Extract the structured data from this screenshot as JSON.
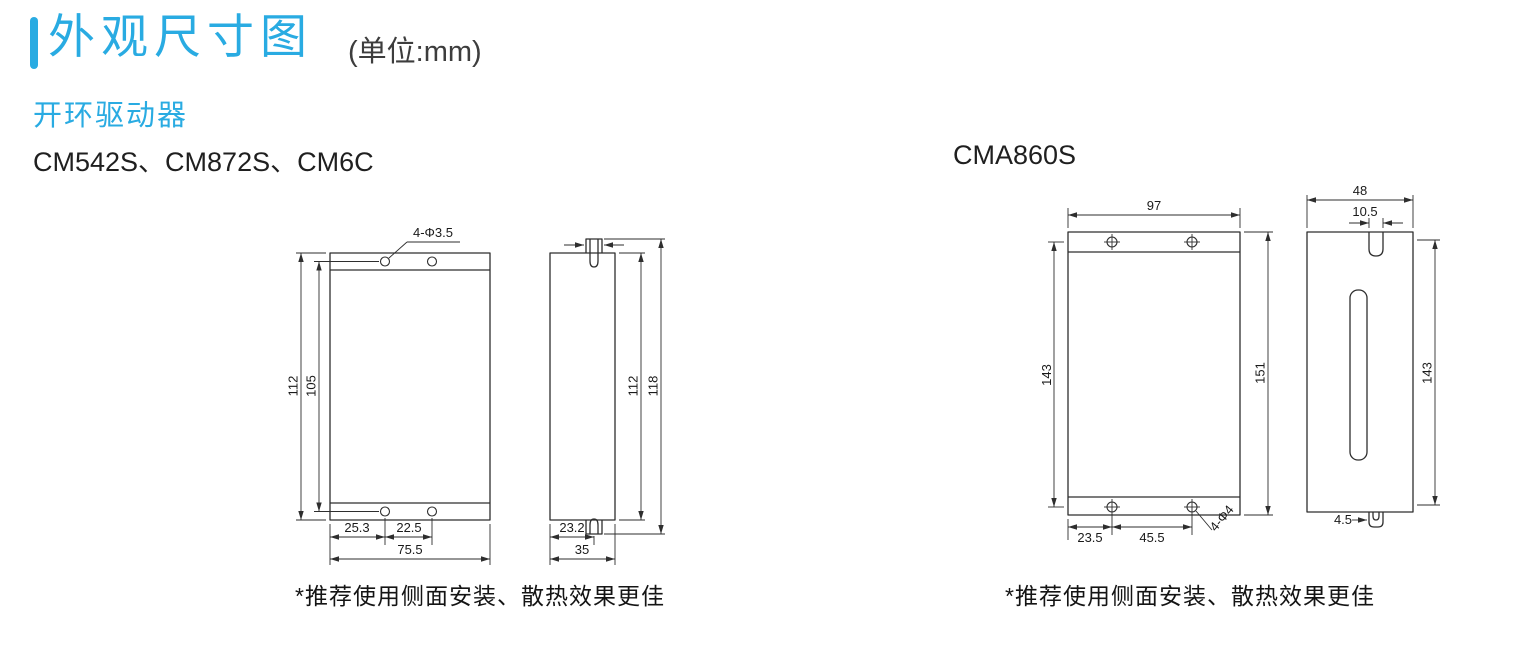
{
  "page": {
    "bg": "#ffffff",
    "accent": "#29abe2",
    "line_color": "#2e2e2e"
  },
  "header": {
    "title": "外观尺寸图",
    "unit": "(单位:mm)",
    "subtitle": "开环驱动器"
  },
  "groups": {
    "left": {
      "model": "CM542S、CM872S、CM6C",
      "note": "*推荐使用侧面安装、散热效果更佳",
      "front": {
        "hole_callout": "4-Φ3.5",
        "dim_height_outer": "112",
        "dim_height_holes": "105",
        "dim_width_left": "25.3",
        "dim_width_mid": "22.5",
        "dim_width_total": "75.5"
      },
      "side": {
        "dim_height_body": "112",
        "dim_height_total": "118",
        "dim_slot_offset": "23.2",
        "dim_depth_total": "35"
      }
    },
    "right": {
      "model": "CMA860S",
      "note": "*推荐使用侧面安装、散热效果更佳",
      "front": {
        "dim_width_top": "97",
        "dim_height_holes": "143",
        "dim_height_total": "151",
        "dim_width_left": "23.5",
        "dim_width_mid": "45.5",
        "hole_callout": "4-Φ4"
      },
      "side": {
        "dim_depth_total": "48",
        "dim_slot_width": "10.5",
        "dim_height_holes": "143",
        "dim_tab": "4.5"
      }
    }
  }
}
